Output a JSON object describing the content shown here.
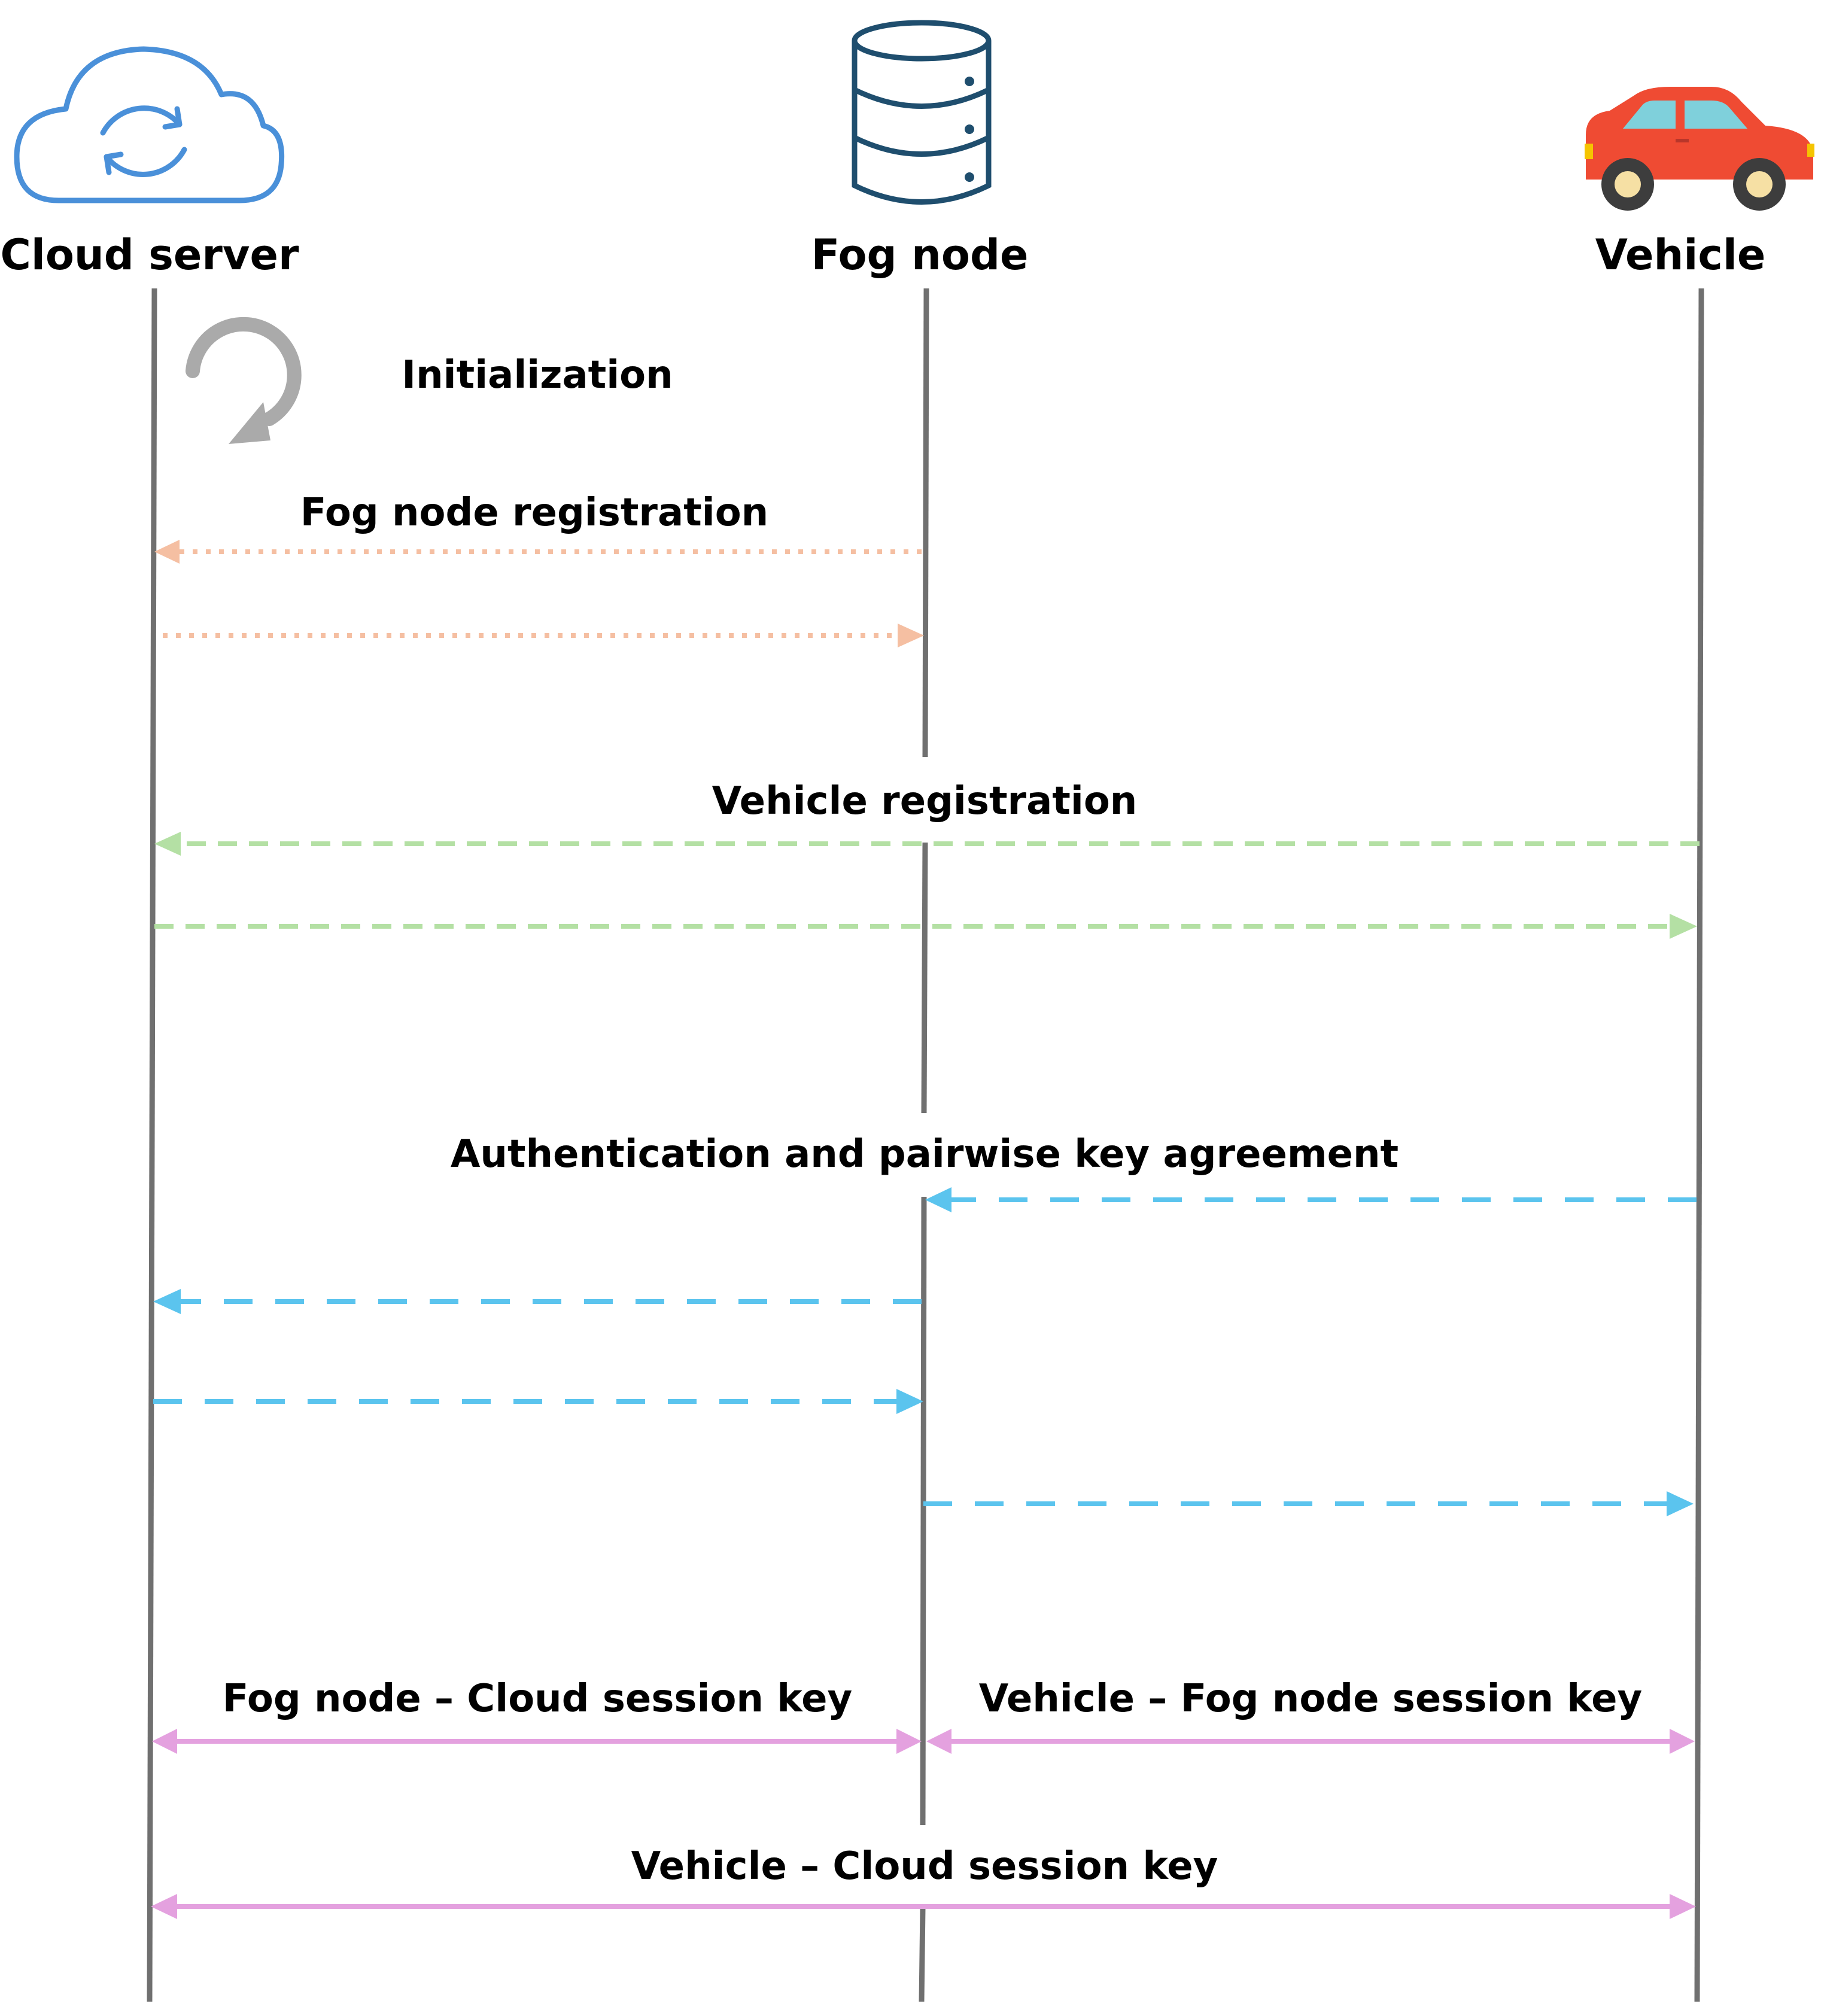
{
  "actors": [
    {
      "id": "cloud",
      "label": "Cloud server",
      "icon": "cloud-sync-icon"
    },
    {
      "id": "fog",
      "label": "Fog node",
      "icon": "database-icon"
    },
    {
      "id": "vehicle",
      "label": "Vehicle",
      "icon": "car-icon"
    }
  ],
  "phases": {
    "initialization": {
      "label": "Initialization",
      "icon": "refresh-icon"
    },
    "fog_registration": {
      "label": "Fog node registration"
    },
    "vehicle_registration": {
      "label": "Vehicle registration"
    },
    "authentication": {
      "label": "Authentication and pairwise key agreement"
    },
    "fog_cloud_key": {
      "label": "Fog node – Cloud session key"
    },
    "vehicle_fog_key": {
      "label": "Vehicle – Fog node session key"
    },
    "vehicle_cloud_key": {
      "label": "Vehicle – Cloud session key"
    }
  },
  "messages": [
    {
      "from": "fog",
      "to": "cloud",
      "style": "dotted",
      "color": "#F5BFA2"
    },
    {
      "from": "cloud",
      "to": "fog",
      "style": "dotted",
      "color": "#F5BFA2"
    },
    {
      "from": "vehicle",
      "to": "cloud",
      "style": "dashed",
      "color": "#B4E0A4"
    },
    {
      "from": "cloud",
      "to": "vehicle",
      "style": "dashed",
      "color": "#B4E0A4"
    },
    {
      "from": "vehicle",
      "to": "fog",
      "style": "dashed",
      "color": "#5BC4EE"
    },
    {
      "from": "fog",
      "to": "cloud",
      "style": "dashed",
      "color": "#5BC4EE"
    },
    {
      "from": "cloud",
      "to": "fog",
      "style": "dashed",
      "color": "#5BC4EE"
    },
    {
      "from": "fog",
      "to": "vehicle",
      "style": "dashed",
      "color": "#5BC4EE"
    },
    {
      "from": "cloud",
      "to": "fog",
      "style": "both",
      "color": "#E4A1DF"
    },
    {
      "from": "fog",
      "to": "vehicle",
      "style": "both",
      "color": "#E4A1DF"
    },
    {
      "from": "cloud",
      "to": "vehicle",
      "style": "both",
      "color": "#E4A1DF"
    }
  ],
  "colors": {
    "lifeline": "#707070",
    "cloud_icon": "#4A90D9",
    "db_icon": "#1F4E6E",
    "car_body": "#EF4B33",
    "car_window": "#7FD0DB",
    "refresh": "#AAAAAA"
  }
}
